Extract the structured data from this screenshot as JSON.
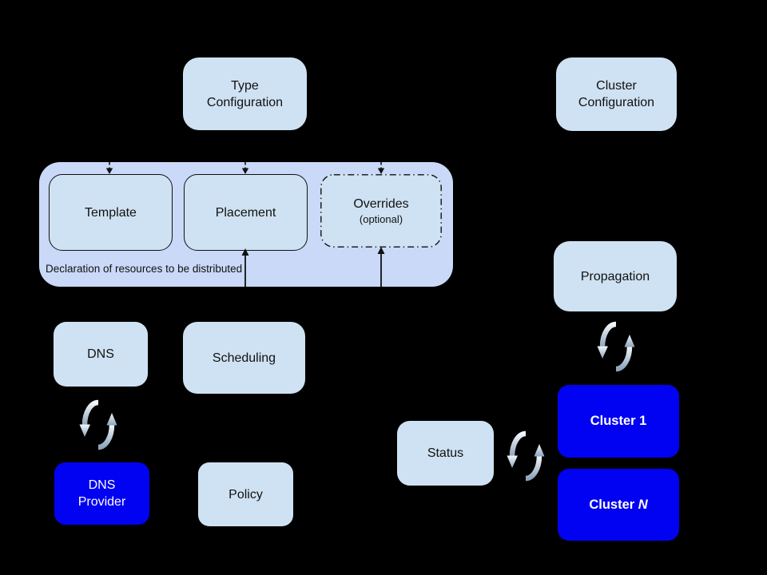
{
  "diagram": {
    "caption": "Declaration of resources to be distributed"
  },
  "nodes": {
    "type_config": {
      "label": "Type\nConfiguration"
    },
    "cluster_config": {
      "label": "Cluster\nConfiguration"
    },
    "template": {
      "label": "Template"
    },
    "placement": {
      "label": "Placement"
    },
    "overrides": {
      "label": "Overrides",
      "sublabel": "(optional)"
    },
    "dns": {
      "label": "DNS"
    },
    "scheduling": {
      "label": "Scheduling"
    },
    "dns_provider": {
      "label": "DNS\nProvider"
    },
    "policy": {
      "label": "Policy"
    },
    "propagation": {
      "label": "Propagation"
    },
    "status": {
      "label": "Status"
    },
    "cluster_1": {
      "label": "Cluster 1"
    },
    "cluster_n": {
      "label_prefix": "Cluster",
      "label_n_italic": "N"
    }
  },
  "icons": {
    "sync": "sync-cycle (two curved arrows forming a refresh loop)"
  },
  "colors": {
    "background": "#000000",
    "light_box": "#cfe2f3",
    "container_fill": "#c9d9f7",
    "bright_blue": "#0202f2",
    "ink": "#111111",
    "light_text": "#ffffff",
    "sync_grad_start": "#f2f6fa",
    "sync_grad_end": "#8da4bc"
  }
}
